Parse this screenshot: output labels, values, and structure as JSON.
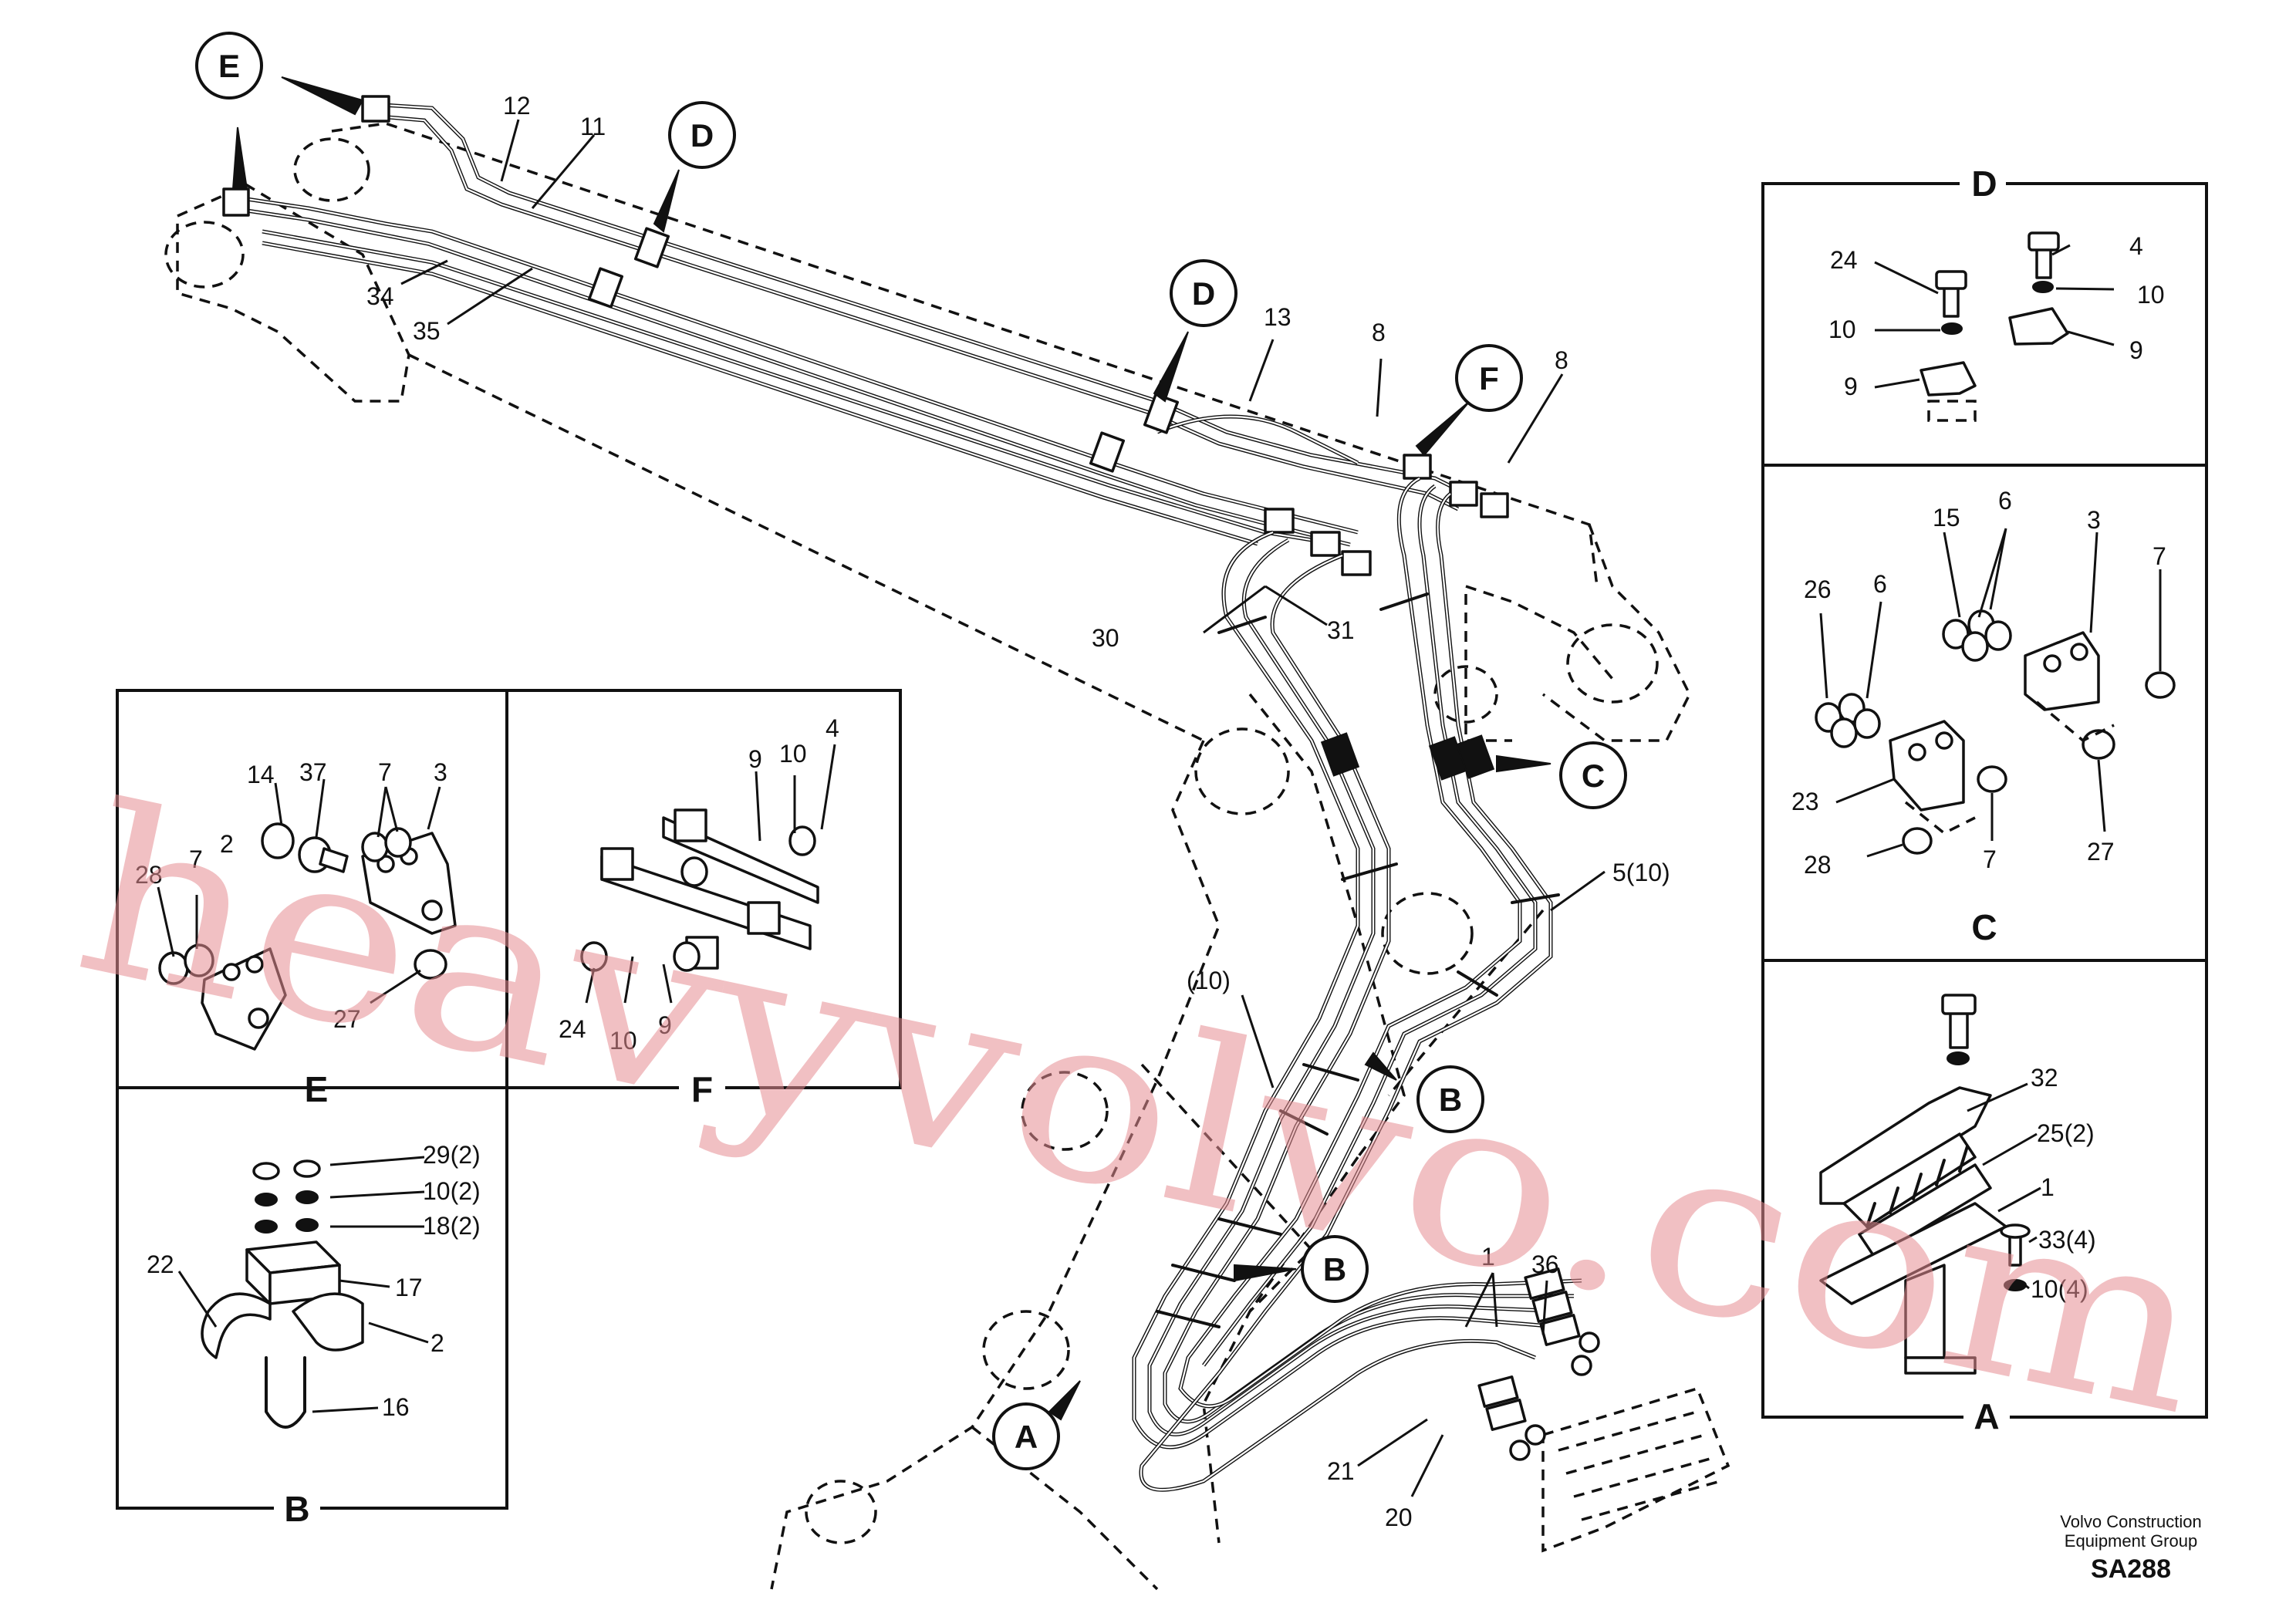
{
  "diagram": {
    "drawing_id": "SA288",
    "publisher_line1": "Volvo Construction",
    "publisher_line2": "Equipment Group",
    "watermark": "heavyvolvo.com",
    "main_callouts": {
      "E": "E",
      "D1": "D",
      "D2": "D",
      "F": "F",
      "C": "C",
      "B1": "B",
      "B2": "B",
      "A": "A"
    },
    "main_labels": {
      "n12": "12",
      "n11": "11",
      "n34": "34",
      "n35": "35",
      "n13": "13",
      "n8a": "8",
      "n8b": "8",
      "n30": "30",
      "n31": "31",
      "n5": "5(10)",
      "n10s": "(10)",
      "n1": "1",
      "n36": "36",
      "n21": "21",
      "n20": "20"
    },
    "panel_E": {
      "title": "E",
      "labels": {
        "n14": "14",
        "n37": "37",
        "n7a": "7",
        "n3": "3",
        "n28": "28",
        "n7b": "7",
        "n2x": "2",
        "n27": "27"
      }
    },
    "panel_F": {
      "title": "F",
      "labels": {
        "n9a": "9",
        "n10a": "10",
        "n4": "4",
        "n24": "24",
        "n10b": "10",
        "n9b": "9"
      }
    },
    "panel_B": {
      "title": "B",
      "labels": {
        "n29": "29(2)",
        "n10": "10(2)",
        "n18": "18(2)",
        "n22": "22",
        "n17": "17",
        "n2": "2",
        "n16": "16"
      }
    },
    "panel_D": {
      "title": "D",
      "labels": {
        "n24": "24",
        "n4": "4",
        "n10a": "10",
        "n10b": "10",
        "n9a": "9",
        "n9b": "9"
      }
    },
    "panel_C": {
      "title": "C",
      "labels": {
        "n15": "15",
        "n6a": "6",
        "n3": "3",
        "n26": "26",
        "n6b": "6",
        "n7a": "7",
        "n23": "23",
        "n7b": "7",
        "n27": "27",
        "n28": "28"
      }
    },
    "panel_A": {
      "title": "A",
      "labels": {
        "n32": "32",
        "n25": "25(2)",
        "n1": "1",
        "n33": "33(4)",
        "n10": "10(4)"
      }
    }
  }
}
